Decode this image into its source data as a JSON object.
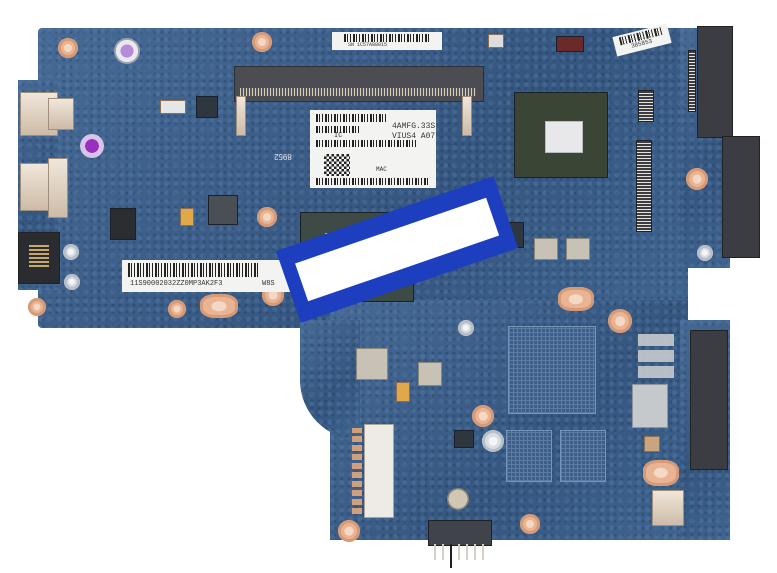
{
  "image": {
    "subject": "laptop-motherboard",
    "background": "#ffffff",
    "pcb_color": "#3a5c86",
    "redaction_color": "#1d3fbf"
  },
  "stickers": {
    "memory_label": {
      "line1": "4AMFG.33S",
      "line2": "VIUS4 A07",
      "line3": "IC",
      "small": "MAC"
    },
    "serial_label": {
      "text": "11S90002032ZZ0MP3AK2F3",
      "suffix": "W8S"
    },
    "top_label": {
      "text": "SN 1C57A88015"
    },
    "corner_label": {
      "text": "385853"
    },
    "pcb_marking": {
      "text": "8952"
    }
  },
  "components": {
    "cpu": "processor-package",
    "pch": "chipset-bga",
    "ram_slot": "so-dimm-slot",
    "sata_connectors": [
      "sata-connector-1",
      "sata-connector-2",
      "sata-connector-3"
    ],
    "ports_left": [
      "usb-port",
      "usb-port",
      "ethernet-port"
    ],
    "bottom_header": "power-header-pins"
  }
}
